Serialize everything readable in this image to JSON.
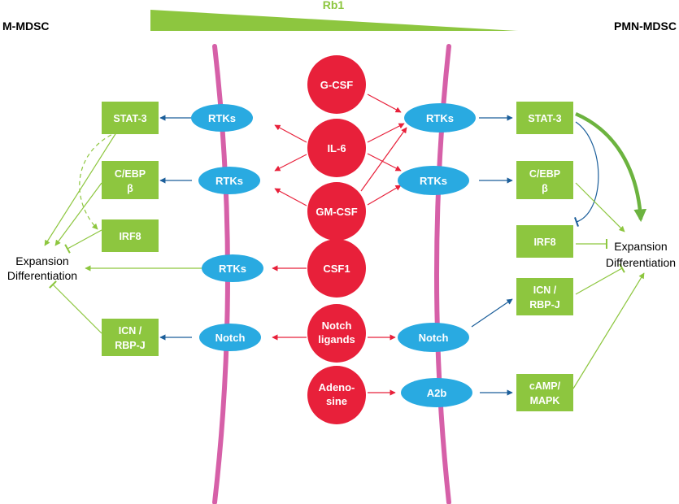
{
  "titles": {
    "left": "M-MDSC",
    "right": "PMN-MDSC",
    "gradient": "Rb1"
  },
  "colors": {
    "green": "#8dc63f",
    "blue": "#29aae1",
    "red": "#e8203a",
    "pink": "#d660a8",
    "arrow_blue": "#1b5e9a",
    "arrow_red": "#e8203a"
  },
  "left_boxes": {
    "stat3": [
      "STAT-3"
    ],
    "cebp": [
      "C/EBP",
      "β"
    ],
    "irf8": [
      "IRF8"
    ],
    "icn": [
      "ICN /",
      "RBP-J"
    ]
  },
  "right_boxes": {
    "stat3": [
      "STAT-3"
    ],
    "cebp": [
      "C/EBP",
      "β"
    ],
    "irf8": [
      "IRF8"
    ],
    "icn": [
      "ICN /",
      "RBP-J"
    ],
    "camp": [
      "cAMP/",
      "MAPK"
    ]
  },
  "left_receptors": {
    "r1": "RTKs",
    "r2": "RTKs",
    "r3": "RTKs",
    "r4": "Notch"
  },
  "right_receptors": {
    "r1": "RTKs",
    "r2": "RTKs",
    "r3": "Notch",
    "r4": "A2b"
  },
  "ligands": {
    "gcsf": [
      "G-CSF"
    ],
    "il6": [
      "IL-6"
    ],
    "gmcsf": [
      "GM-CSF"
    ],
    "csf1": [
      "CSF1"
    ],
    "notch": [
      "Notch",
      "ligands"
    ],
    "adenosine": [
      "Adeno-",
      "sine"
    ]
  },
  "outcome": {
    "left": [
      "Expansion",
      "Differentiation"
    ],
    "right": [
      "Expansion",
      "Differentiation"
    ]
  }
}
